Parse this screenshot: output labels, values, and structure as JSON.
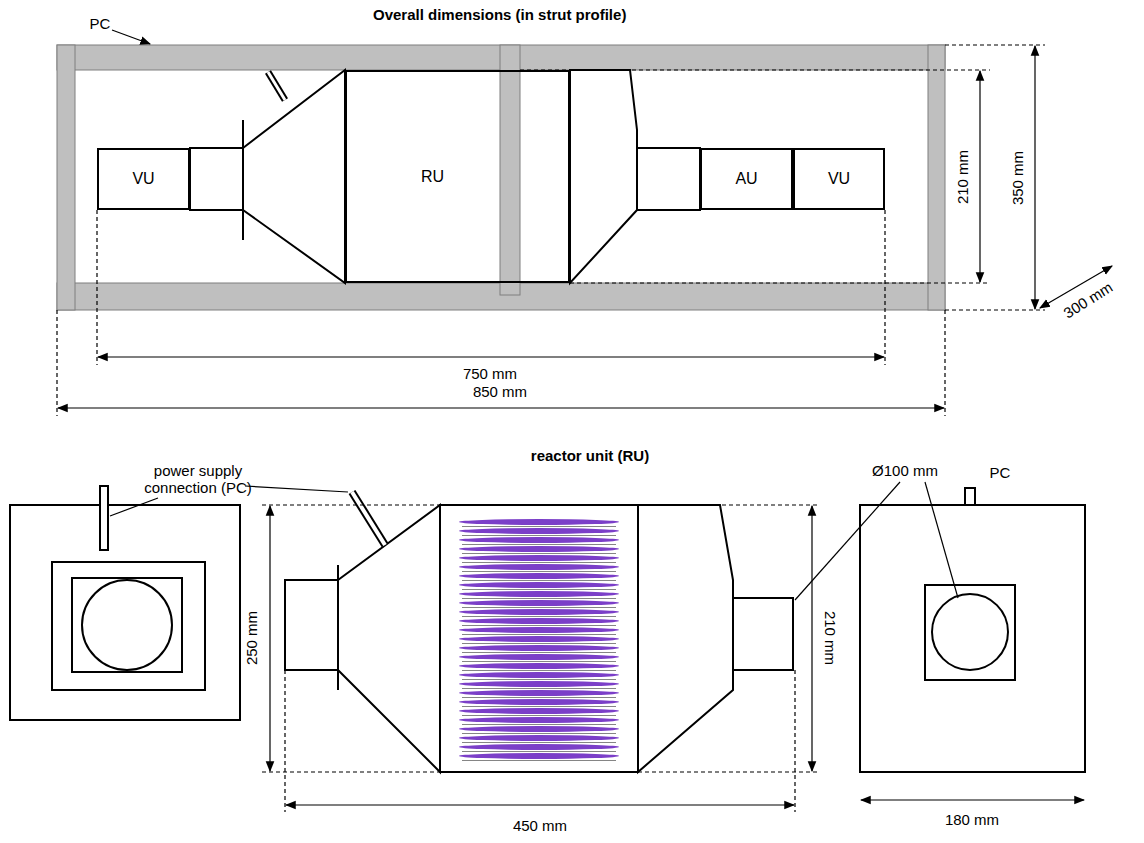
{
  "diagram": {
    "title": "Overall dimensions (in strut profile)",
    "nodes": [
      {
        "text": [
          "VU"
        ]
      },
      {
        "text": [
          "RU"
        ]
      },
      {
        "text": [
          "AU"
        ]
      },
      {
        "text": [
          "VU"
        ]
      }
    ],
    "labels": [
      "PC",
      "210 mm",
      "350 mm",
      "300 mm",
      "750 mm",
      "850 mm",
      "reactor unit (RU)",
      "power supply connection (PC)",
      "Ø100 mm",
      "PC",
      "250 mm",
      "210 mm",
      "450 mm",
      "180 mm"
    ]
  }
}
